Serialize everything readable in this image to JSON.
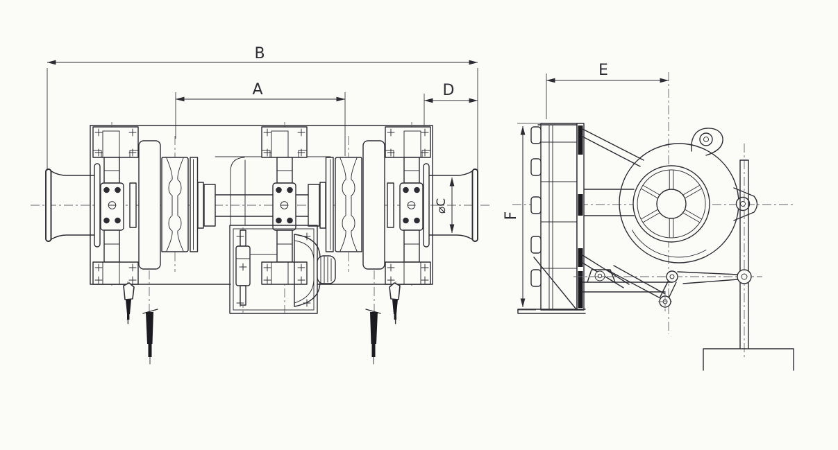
{
  "drawing": {
    "type": "engineering-dimension-drawing",
    "subject": "double-gypsy anchor windlass, front elevation and side elevation",
    "labels": {
      "overall_length": "B",
      "lifter_center_distance": "A",
      "end_offset": "D",
      "warping_head_diameter": "⌀C",
      "side_view_width": "E",
      "side_view_height": "F"
    },
    "colors": {
      "ink": "#2c2c33",
      "paper": "#fbfbf8",
      "cl": "#63636b",
      "chain": "#1b1b20"
    }
  }
}
